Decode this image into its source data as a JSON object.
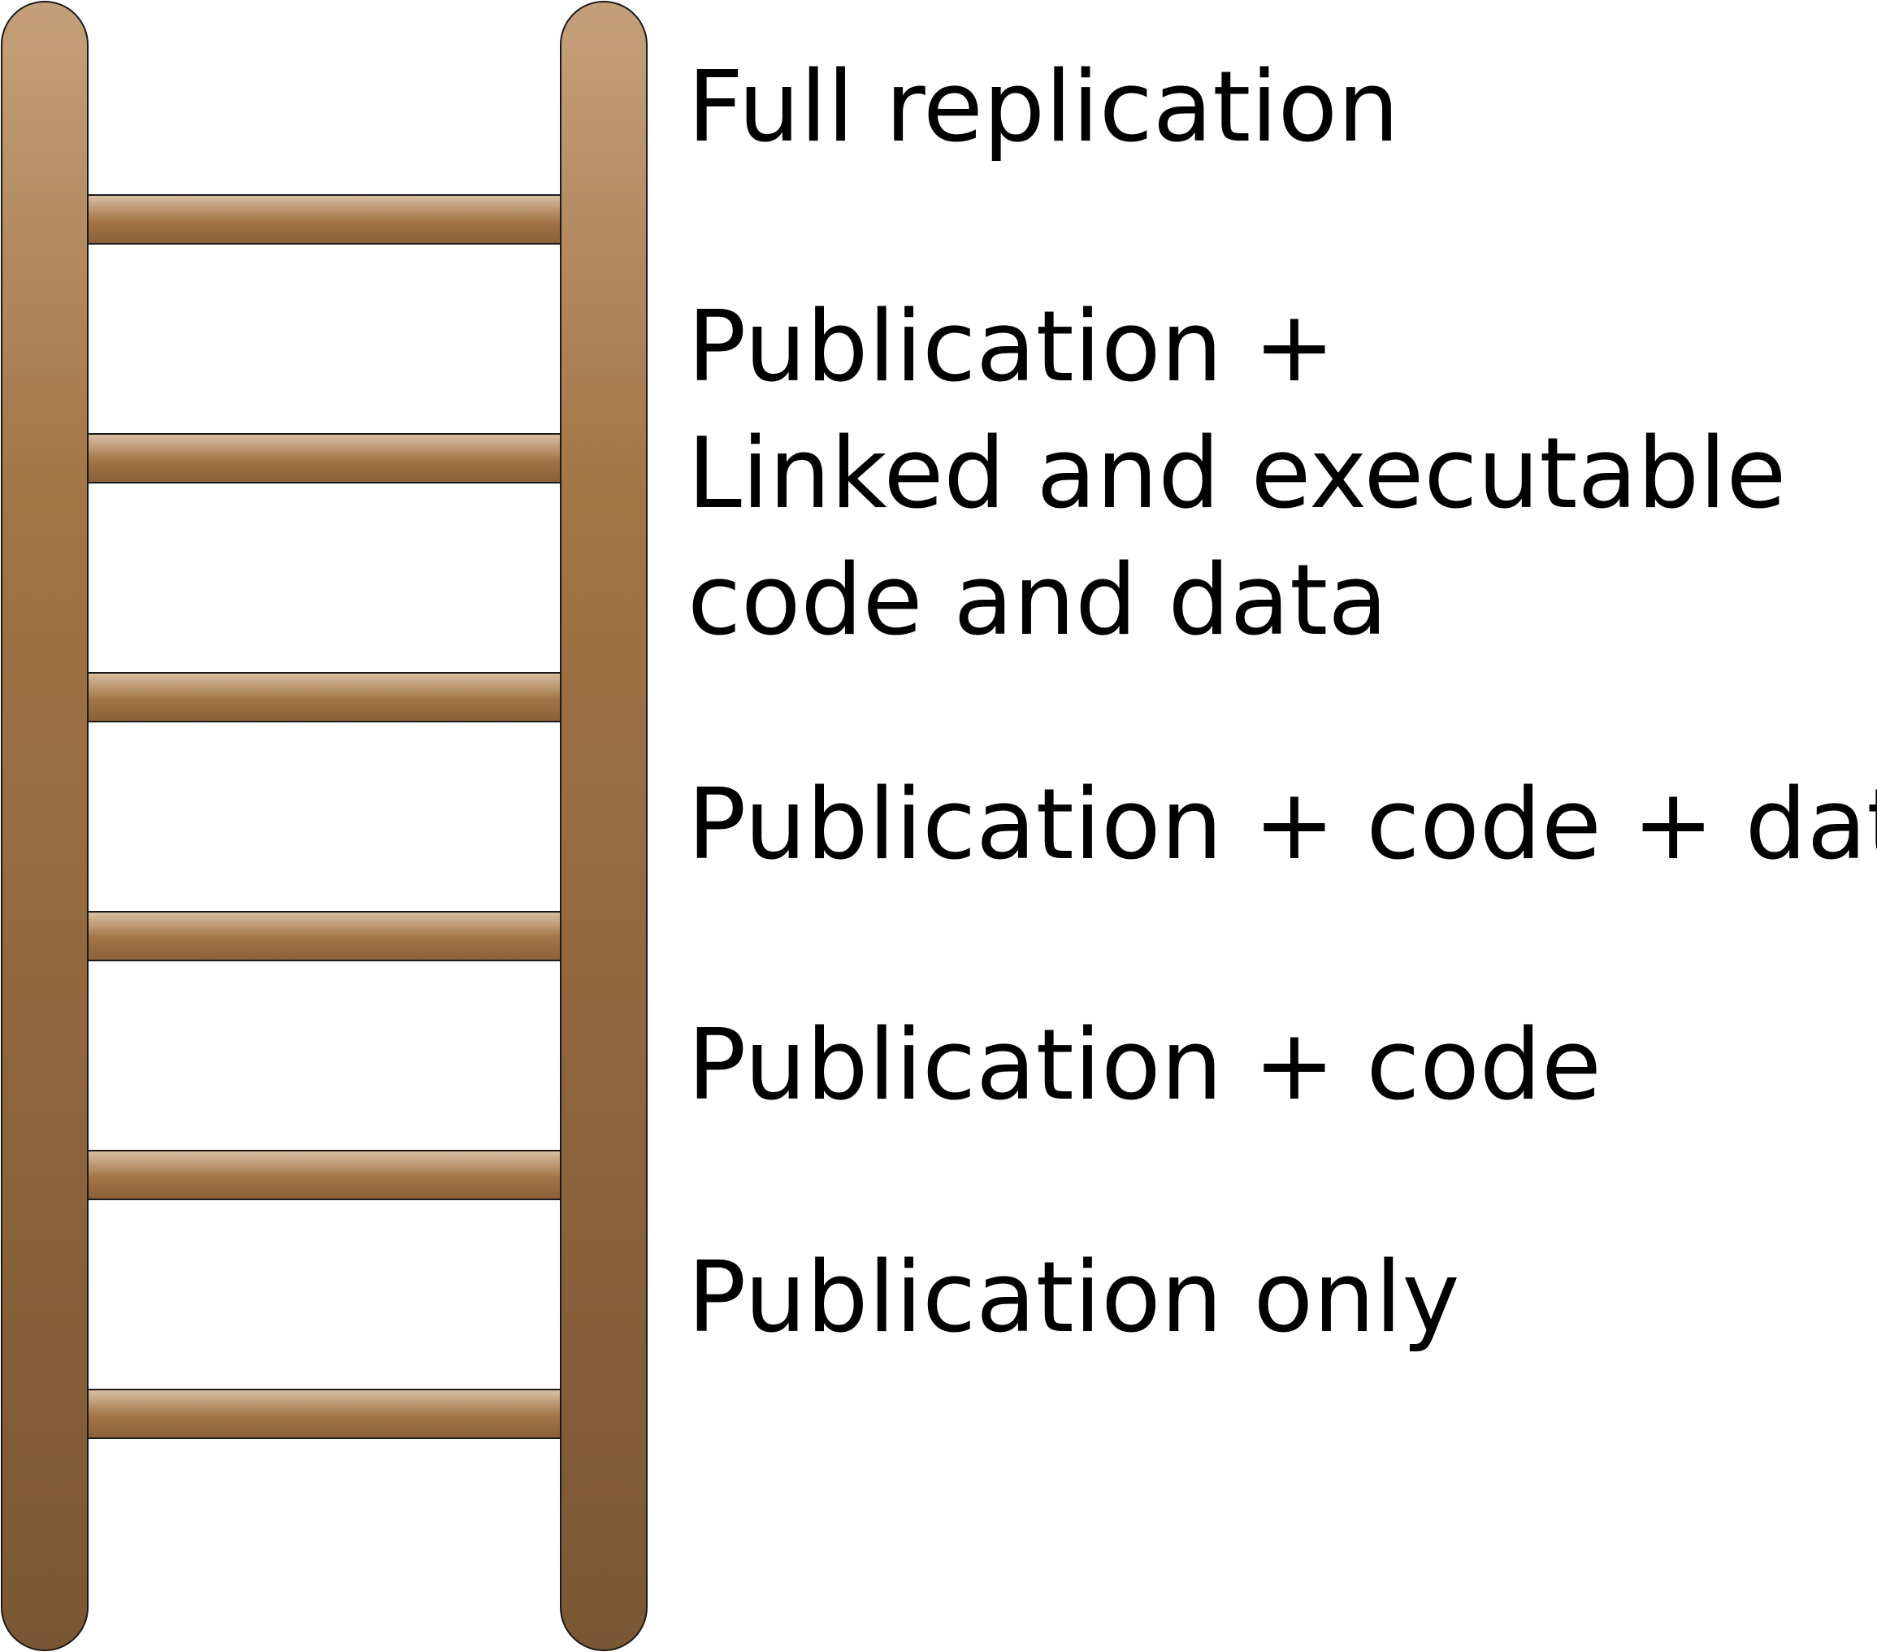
{
  "diagram": {
    "type": "ladder",
    "levels": [
      {
        "lines": [
          "Full replication"
        ]
      },
      {
        "lines": [
          "Publication +",
          "Linked and executable",
          "code and data"
        ]
      },
      {
        "lines": [
          "Publication + code + data"
        ]
      },
      {
        "lines": [
          "Publication + code"
        ]
      },
      {
        "lines": [
          "Publication only"
        ]
      }
    ],
    "rung_count": 6
  },
  "colors": {
    "wood_light": "#c4a07a",
    "wood_mid": "#a27446",
    "wood_dark": "#7a5734",
    "rung_highlight": "#d9c0a3",
    "outline": "#1a1a1a",
    "text": "#000000",
    "background": "#ffffff"
  }
}
